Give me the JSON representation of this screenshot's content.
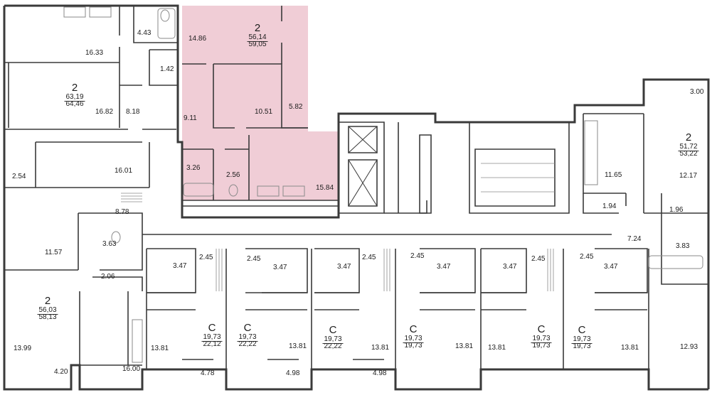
{
  "plan": {
    "colors": {
      "highlight": "#f0cdd6",
      "wall": "#3a3a3a",
      "fixture": "#8a8a8a"
    },
    "units": [
      {
        "id": "u1",
        "rooms": "2",
        "living": "63,19",
        "total": "64,46"
      },
      {
        "id": "u2",
        "rooms": "2",
        "living": "56,14",
        "total": "59,05",
        "highlighted": true
      },
      {
        "id": "u3",
        "rooms": "2",
        "living": "51,72",
        "total": "53,22"
      },
      {
        "id": "u4",
        "rooms": "2",
        "living": "56,03",
        "total": "58,13"
      },
      {
        "id": "s1",
        "rooms": "С",
        "living": "19,73",
        "total": "22,12"
      },
      {
        "id": "s2",
        "rooms": "С",
        "living": "19,73",
        "total": "22,22"
      },
      {
        "id": "s3",
        "rooms": "С",
        "living": "19,73",
        "total": "22,22"
      },
      {
        "id": "s4",
        "rooms": "С",
        "living": "19,73",
        "total": "19,73"
      },
      {
        "id": "s5",
        "rooms": "С",
        "living": "19,73",
        "total": "19,73"
      },
      {
        "id": "s6",
        "rooms": "С",
        "living": "19,73",
        "total": "19,73"
      }
    ],
    "rooms": [
      "16.33",
      "4.43",
      "1.42",
      "16.82",
      "8.18",
      "16.01",
      "2.54",
      "8.78",
      "11.57",
      "3.63",
      "2.06",
      "13.99",
      "16.00",
      "4.20",
      "14.86",
      "10.51",
      "5.82",
      "9.11",
      "3.26",
      "2.56",
      "15.84",
      "3.00",
      "11.65",
      "12.17",
      "1.94",
      "1.96",
      "7.24",
      "3.83",
      "12.93",
      "3.47",
      "2.45",
      "13.81",
      "4.78",
      "2.45",
      "3.47",
      "13.81",
      "4.98",
      "3.47",
      "2.45",
      "13.81",
      "4.98",
      "2.45",
      "3.47",
      "13.81",
      "3.47",
      "2.45",
      "13.81",
      "2.45",
      "3.47",
      "13.81"
    ]
  }
}
